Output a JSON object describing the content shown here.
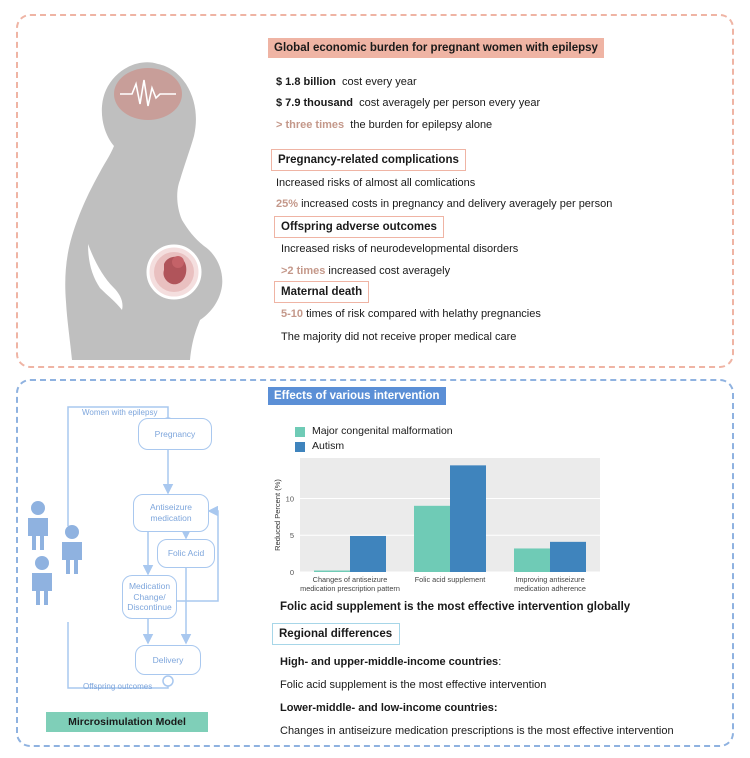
{
  "colors": {
    "top_border": "#efb4a4",
    "bottom_border": "#8fb2e0",
    "salmon_header": "#efb4a4",
    "blue_header": "#5b8fd6",
    "accent_text": "#c4988a",
    "autism": "#3f84bd",
    "malformation": "#6fcbb6",
    "model_label_bg": "#7fcfb8"
  },
  "top": {
    "header": "Global economic burden for pregnant women with epilepsy",
    "stats": [
      {
        "value": "$ 1.8 billion",
        "text": "cost every year"
      },
      {
        "value": "$ 7.9 thousand",
        "text": "cost averagely per person every year"
      },
      {
        "value": "> three times",
        "text": "the burden for epilepsy alone"
      }
    ],
    "sections": [
      {
        "title": "Pregnancy-related complications",
        "line1": "Increased risks of almost all comlications",
        "line2_value": "25%",
        "line2_text": "increased costs in pregnancy and delivery averagely per person"
      },
      {
        "title": "Offspring adverse outcomes",
        "line1": "Increased risks of neurodevelopmental disorders",
        "line2_value": ">2 times",
        "line2_text": "increased cost averagely"
      },
      {
        "title": "Maternal death",
        "line1_value": "5-10",
        "line1_text": "times of risk compared with helathy pregnancies",
        "line2": "The majority did not receive proper medical care"
      }
    ]
  },
  "model": {
    "women_label": "Women with epilepsy",
    "pregnancy": "Pregnancy",
    "asm": "Antiseizure medication",
    "folic": "Folic Acid",
    "change": "Medication Change/ Discontinue",
    "delivery": "Delivery",
    "offspring": "Offspring outcomes",
    "caption": "Mircrosimulation Model"
  },
  "effects": {
    "header": "Effects of various intervention",
    "conclusion": "Folic acid supplement is the most effective intervention globally"
  },
  "chart_data": {
    "type": "bar",
    "categories": [
      "Changes of antiseizure medication prescription pattern",
      "Folic acid supplement",
      "Improving antiseizure medication adherence"
    ],
    "category_lines": [
      [
        "Changes of antiseizure",
        "medication prescription pattern"
      ],
      [
        "Folic acid supplement"
      ],
      [
        "Improving antiseizure",
        "medication adherence"
      ]
    ],
    "series": [
      {
        "name": "Major congenital malformation",
        "values": [
          0.2,
          9.0,
          3.2
        ]
      },
      {
        "name": "Autism",
        "values": [
          4.9,
          14.5,
          4.1
        ]
      }
    ],
    "ylabel": "Reduced Percent (%)",
    "yticks": [
      0,
      5,
      10
    ],
    "ylim": [
      0,
      15.5
    ],
    "grid": true,
    "legend": "top-left"
  },
  "regional": {
    "header": "Regional differences",
    "group1_title": "High- and upper-middle-income countries",
    "group1_colon": ":",
    "group1_text": "Folic acid supplement is the most effective intervention",
    "group2_title": "Lower-middle- and low-income countries:",
    "group2_text": "Changes in antiseizure medication prescriptions is the most effective intervention"
  }
}
